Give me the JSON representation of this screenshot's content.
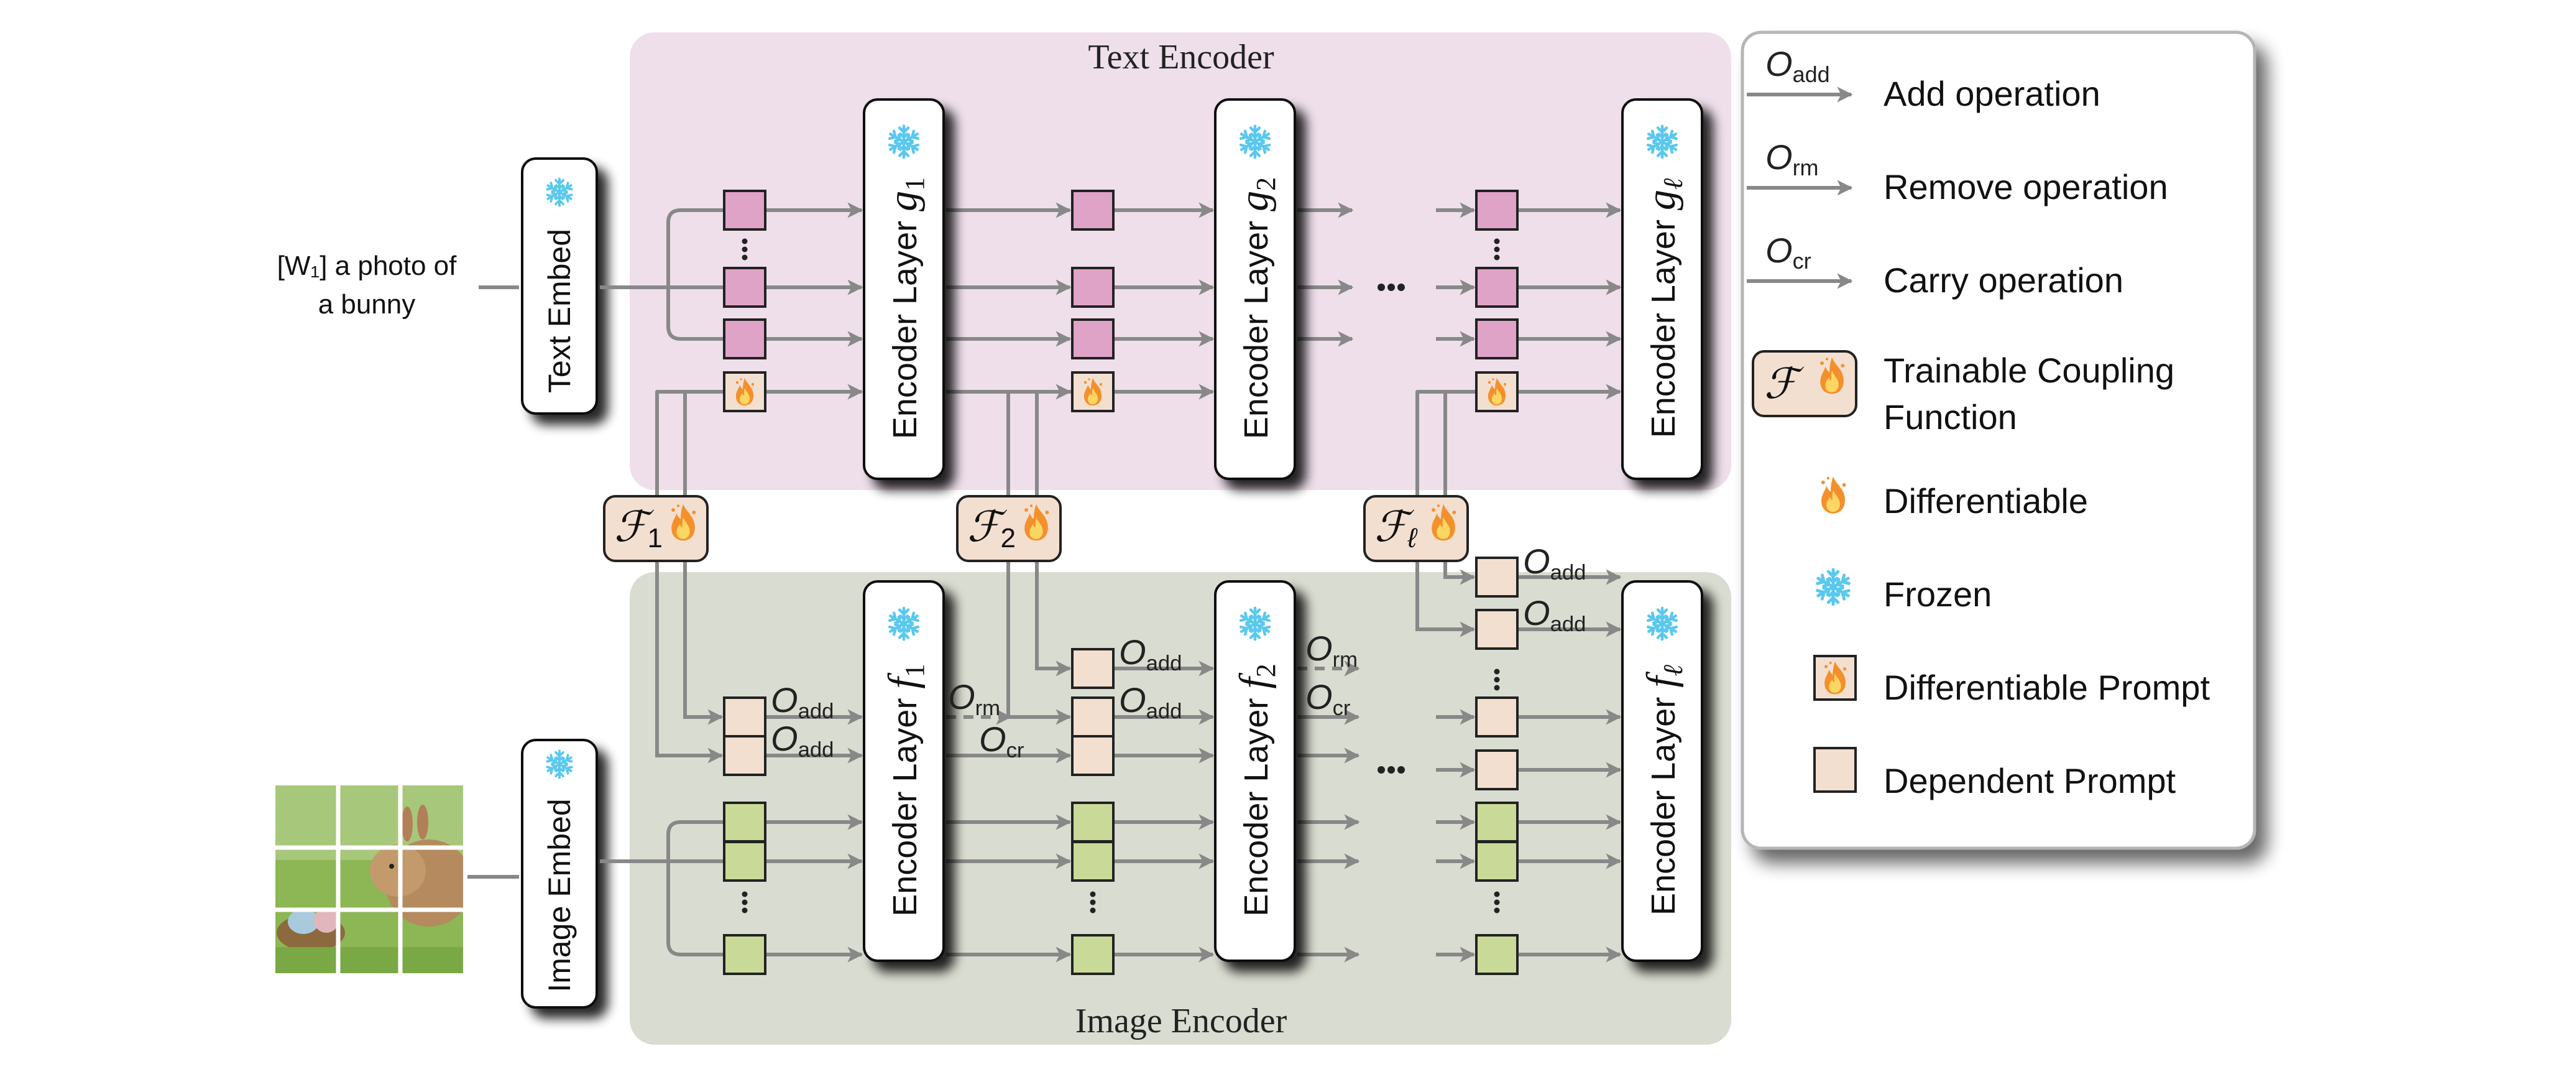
{
  "input_text": {
    "line1": "[W₁] a photo of",
    "line2": "a bunny"
  },
  "input_image": {
    "description": "bunny photo split into 3x3 patches",
    "icon": "bunny-image-patches"
  },
  "text_embed": {
    "label": "Text Embed",
    "icon": "snowflake-icon"
  },
  "image_embed": {
    "label": "Image Embed",
    "icon": "snowflake-icon"
  },
  "text_encoder": {
    "title": "Text Encoder",
    "color": "#eedfeb",
    "layers": [
      {
        "label": "Encoder Layer",
        "symbol": "g",
        "subscript": "1"
      },
      {
        "label": "Encoder Layer",
        "symbol": "g",
        "subscript": "2"
      },
      {
        "label": "Encoder Layer",
        "symbol": "g",
        "subscript": "ℓ"
      }
    ],
    "ellipsis": "•••"
  },
  "image_encoder": {
    "title": "Image Encoder",
    "color": "#d9dcd0",
    "layers": [
      {
        "label": "Encoder Layer",
        "symbol": "f",
        "subscript": "1"
      },
      {
        "label": "Encoder Layer",
        "symbol": "f",
        "subscript": "2"
      },
      {
        "label": "Encoder Layer",
        "symbol": "f",
        "subscript": "ℓ"
      }
    ],
    "ellipsis": "•••"
  },
  "coupling_functions": [
    {
      "symbol": "ℱ",
      "subscript": "1"
    },
    {
      "symbol": "ℱ",
      "subscript": "2"
    },
    {
      "symbol": "ℱ",
      "subscript": "ℓ"
    }
  ],
  "operations": {
    "add": {
      "symbol": "𝒪",
      "subscript": "add"
    },
    "rm": {
      "symbol": "𝒪",
      "subscript": "rm"
    },
    "cr": {
      "symbol": "𝒪",
      "subscript": "cr"
    }
  },
  "legend": {
    "items": [
      {
        "kind": "arrow",
        "symbol": "𝒪",
        "subscript": "add",
        "label": "Add operation"
      },
      {
        "kind": "arrow",
        "symbol": "𝒪",
        "subscript": "rm",
        "label": "Remove operation"
      },
      {
        "kind": "arrow",
        "symbol": "𝒪",
        "subscript": "cr",
        "label": "Carry operation"
      },
      {
        "kind": "coupling",
        "symbol": "ℱ",
        "label_line1": "Trainable Coupling",
        "label_line2": "Function"
      },
      {
        "kind": "fire",
        "label": "Differentiable"
      },
      {
        "kind": "snowflake",
        "label": "Frozen"
      },
      {
        "kind": "fire-box",
        "label": "Differentiable Prompt"
      },
      {
        "kind": "box",
        "label": "Dependent Prompt"
      }
    ]
  },
  "colors": {
    "text_token": "#e0a3c8",
    "image_token": "#c9da98",
    "prompt": "#f3dfd0",
    "arrow": "#888888",
    "snowflake": "#5bc8ee",
    "fire_outer": "#f4902c",
    "fire_inner": "#fcd662"
  }
}
